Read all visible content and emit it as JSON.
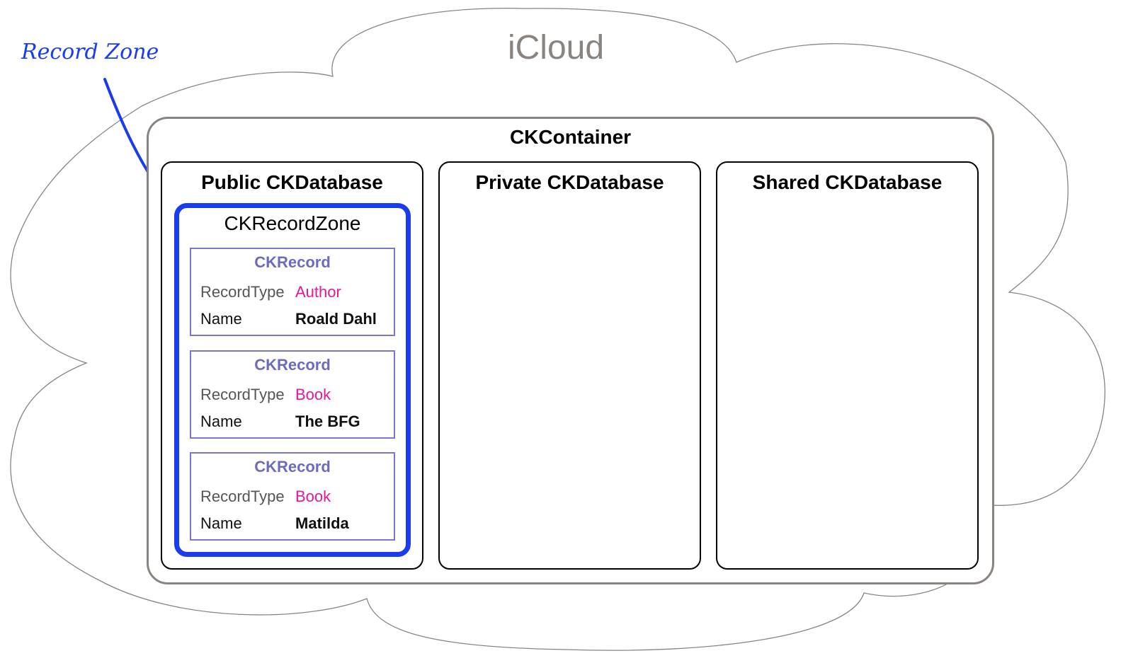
{
  "cloud": {
    "title": "iCloud"
  },
  "annotation": {
    "label": "Record Zone",
    "color": "#1a3cf0"
  },
  "container": {
    "title": "CKContainer",
    "databases": [
      {
        "title": "Public CKDatabase",
        "zone": {
          "title": "CKRecordZone",
          "records": [
            {
              "title": "CKRecord",
              "type_key": "RecordType",
              "type_value": "Author",
              "name_key": "Name",
              "name_value": "Roald Dahl"
            },
            {
              "title": "CKRecord",
              "type_key": "RecordType",
              "type_value": "Book",
              "name_key": "Name",
              "name_value": "The BFG"
            },
            {
              "title": "CKRecord",
              "type_key": "RecordType",
              "type_value": "Book",
              "name_key": "Name",
              "name_value": "Matilda"
            }
          ]
        }
      },
      {
        "title": "Private CKDatabase"
      },
      {
        "title": "Shared CKDatabase"
      }
    ]
  },
  "colors": {
    "cloud_stroke": "#8a8480",
    "zone_border": "#1a3cf0",
    "record_border": "#7b77c8",
    "record_title": "#6e6bbd",
    "record_type_value": "#e6179c"
  }
}
